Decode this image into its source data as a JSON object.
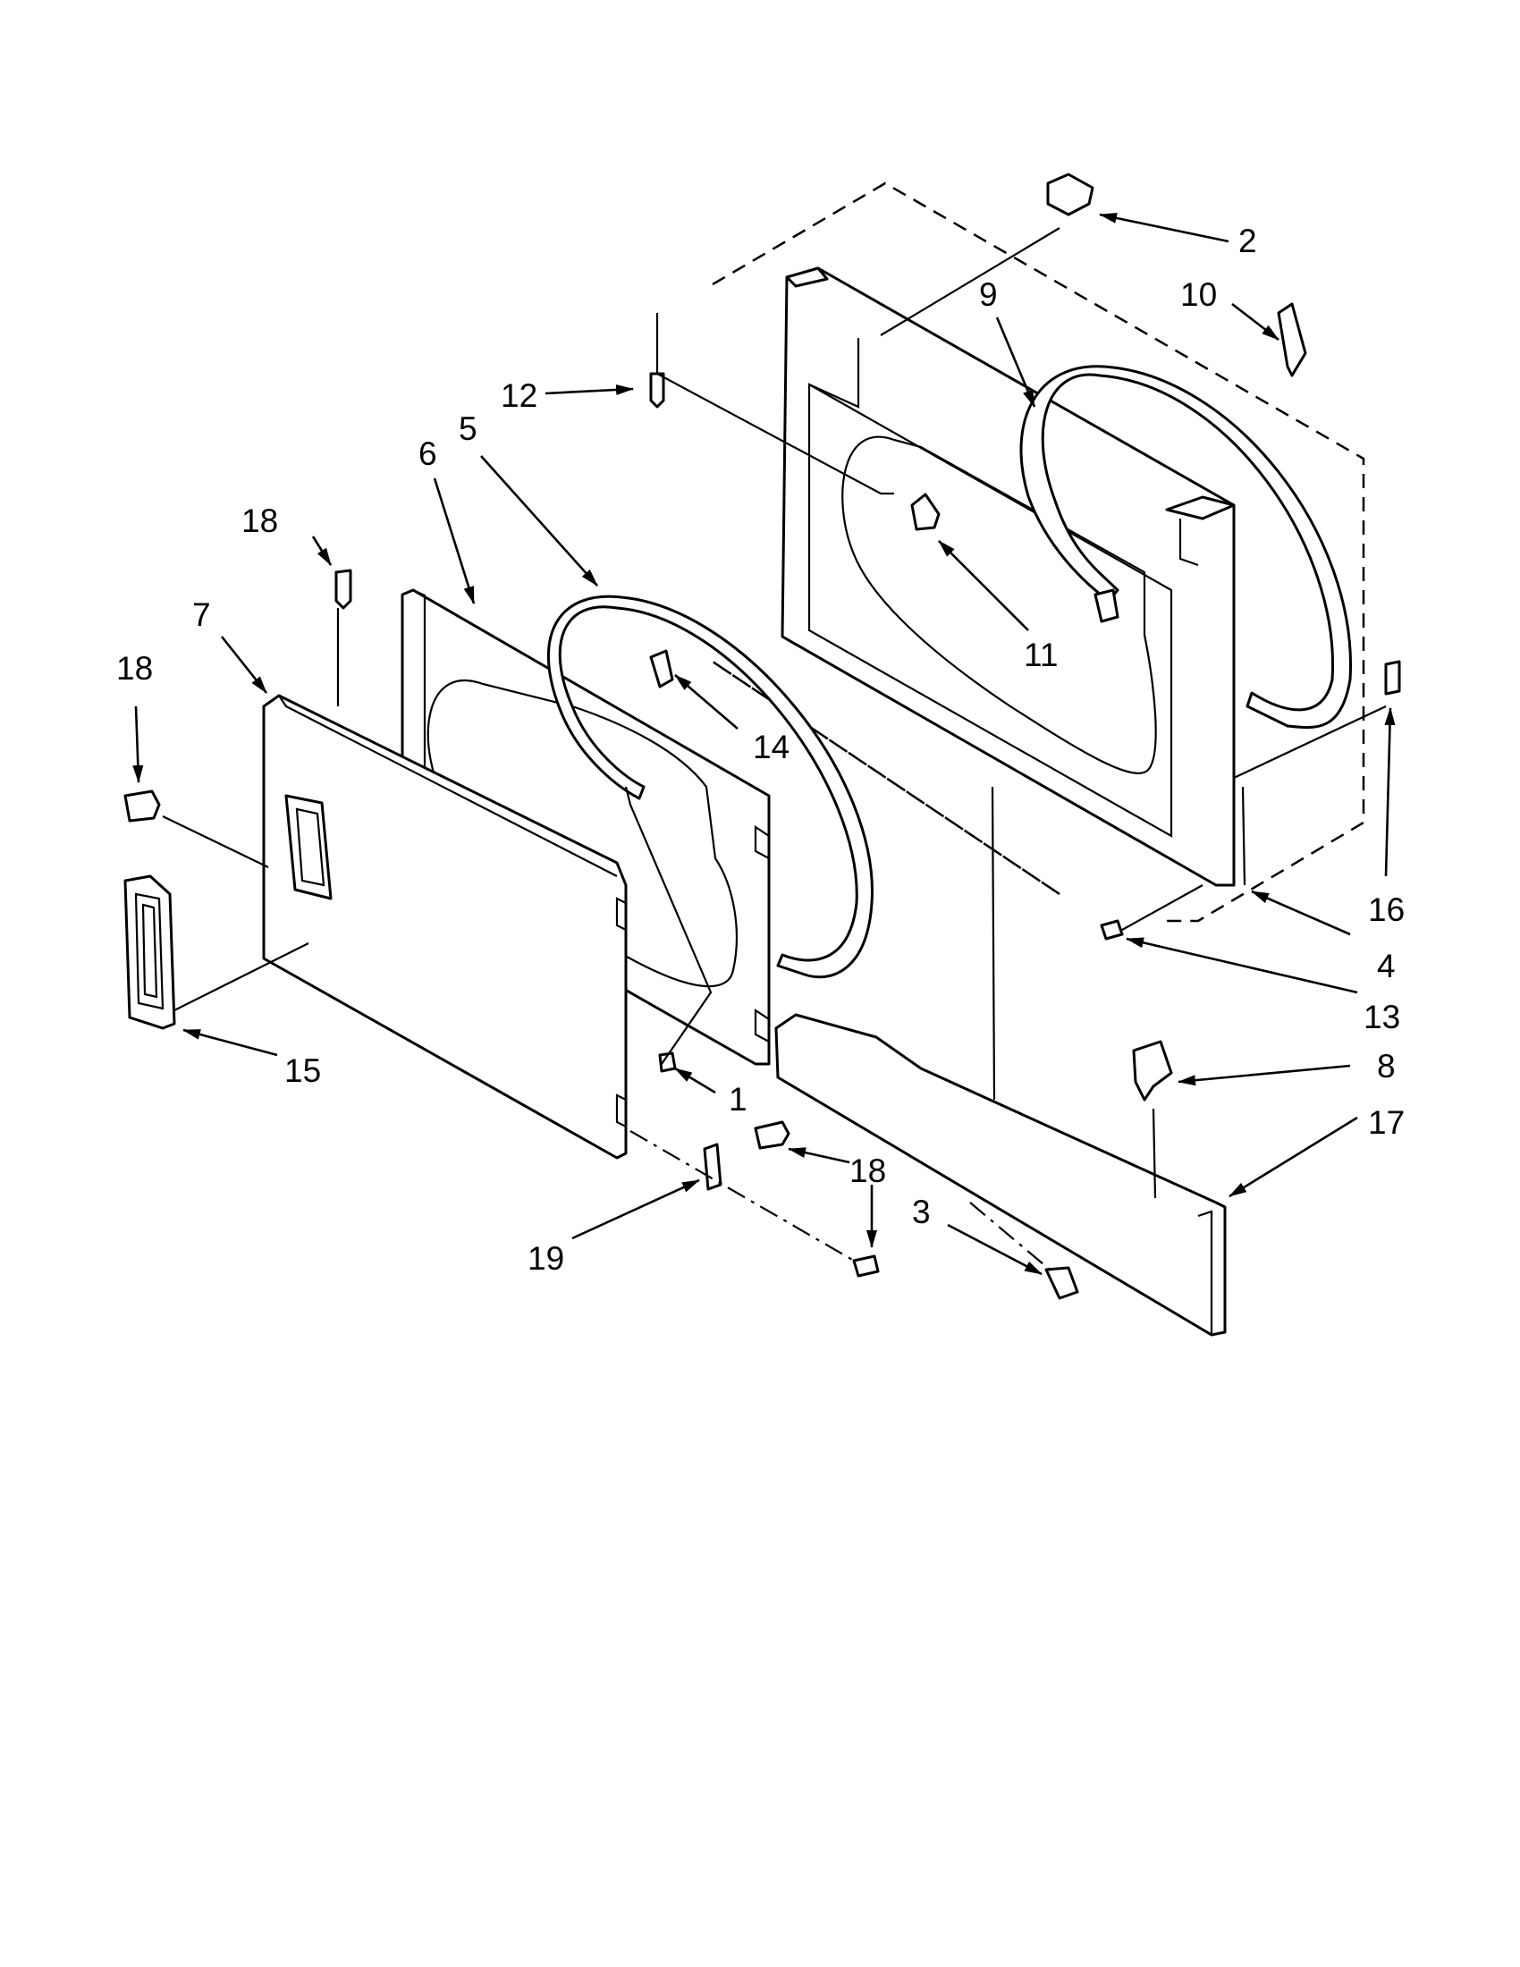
{
  "callouts": [
    {
      "id": "1",
      "text": "1"
    },
    {
      "id": "2",
      "text": "2"
    },
    {
      "id": "3",
      "text": "3"
    },
    {
      "id": "4",
      "text": "4"
    },
    {
      "id": "5",
      "text": "5"
    },
    {
      "id": "6",
      "text": "6"
    },
    {
      "id": "7",
      "text": "7"
    },
    {
      "id": "8",
      "text": "8"
    },
    {
      "id": "9",
      "text": "9"
    },
    {
      "id": "10",
      "text": "10"
    },
    {
      "id": "11",
      "text": "11"
    },
    {
      "id": "12",
      "text": "12"
    },
    {
      "id": "13",
      "text": "13"
    },
    {
      "id": "14",
      "text": "14"
    },
    {
      "id": "15",
      "text": "15"
    },
    {
      "id": "16",
      "text": "16"
    },
    {
      "id": "17",
      "text": "17"
    },
    {
      "id": "18a",
      "text": "18"
    },
    {
      "id": "18b",
      "text": "18"
    },
    {
      "id": "18c",
      "text": "18"
    },
    {
      "id": "18d",
      "text": "18"
    },
    {
      "id": "19",
      "text": "19"
    }
  ]
}
